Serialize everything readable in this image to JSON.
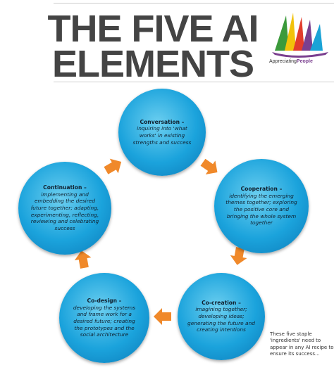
{
  "title": {
    "line1": "THE FIVE AI",
    "line2": "ELEMENTS"
  },
  "logo": {
    "part1": "Appreciating",
    "part2": "People"
  },
  "elements": [
    {
      "title": "Conversation –",
      "body": "inquiring into 'what works' in existing strengths and success"
    },
    {
      "title": "Cooperation –",
      "body": "identifying the emerging themes together; exploring the positive core and bringing the whole system together"
    },
    {
      "title": "Co-creation –",
      "body": "imagining together; developing ideas; generating the future and creating intentions"
    },
    {
      "title": "Co-design –",
      "body": "developing the systems and frame work for a desired future; creating the prototypes and the social architecture"
    },
    {
      "title": "Continuation –",
      "body": "implementing and embedding the desired future together; adapting, experimenting, reflecting, reviewing and celebrating success"
    }
  ],
  "note": "These five staple 'ingredients' need to appear in any AI recipe to ensure its success...",
  "colors": {
    "circle": "#1ba3dc",
    "arrow": "#f0892a",
    "title": "#444444"
  }
}
